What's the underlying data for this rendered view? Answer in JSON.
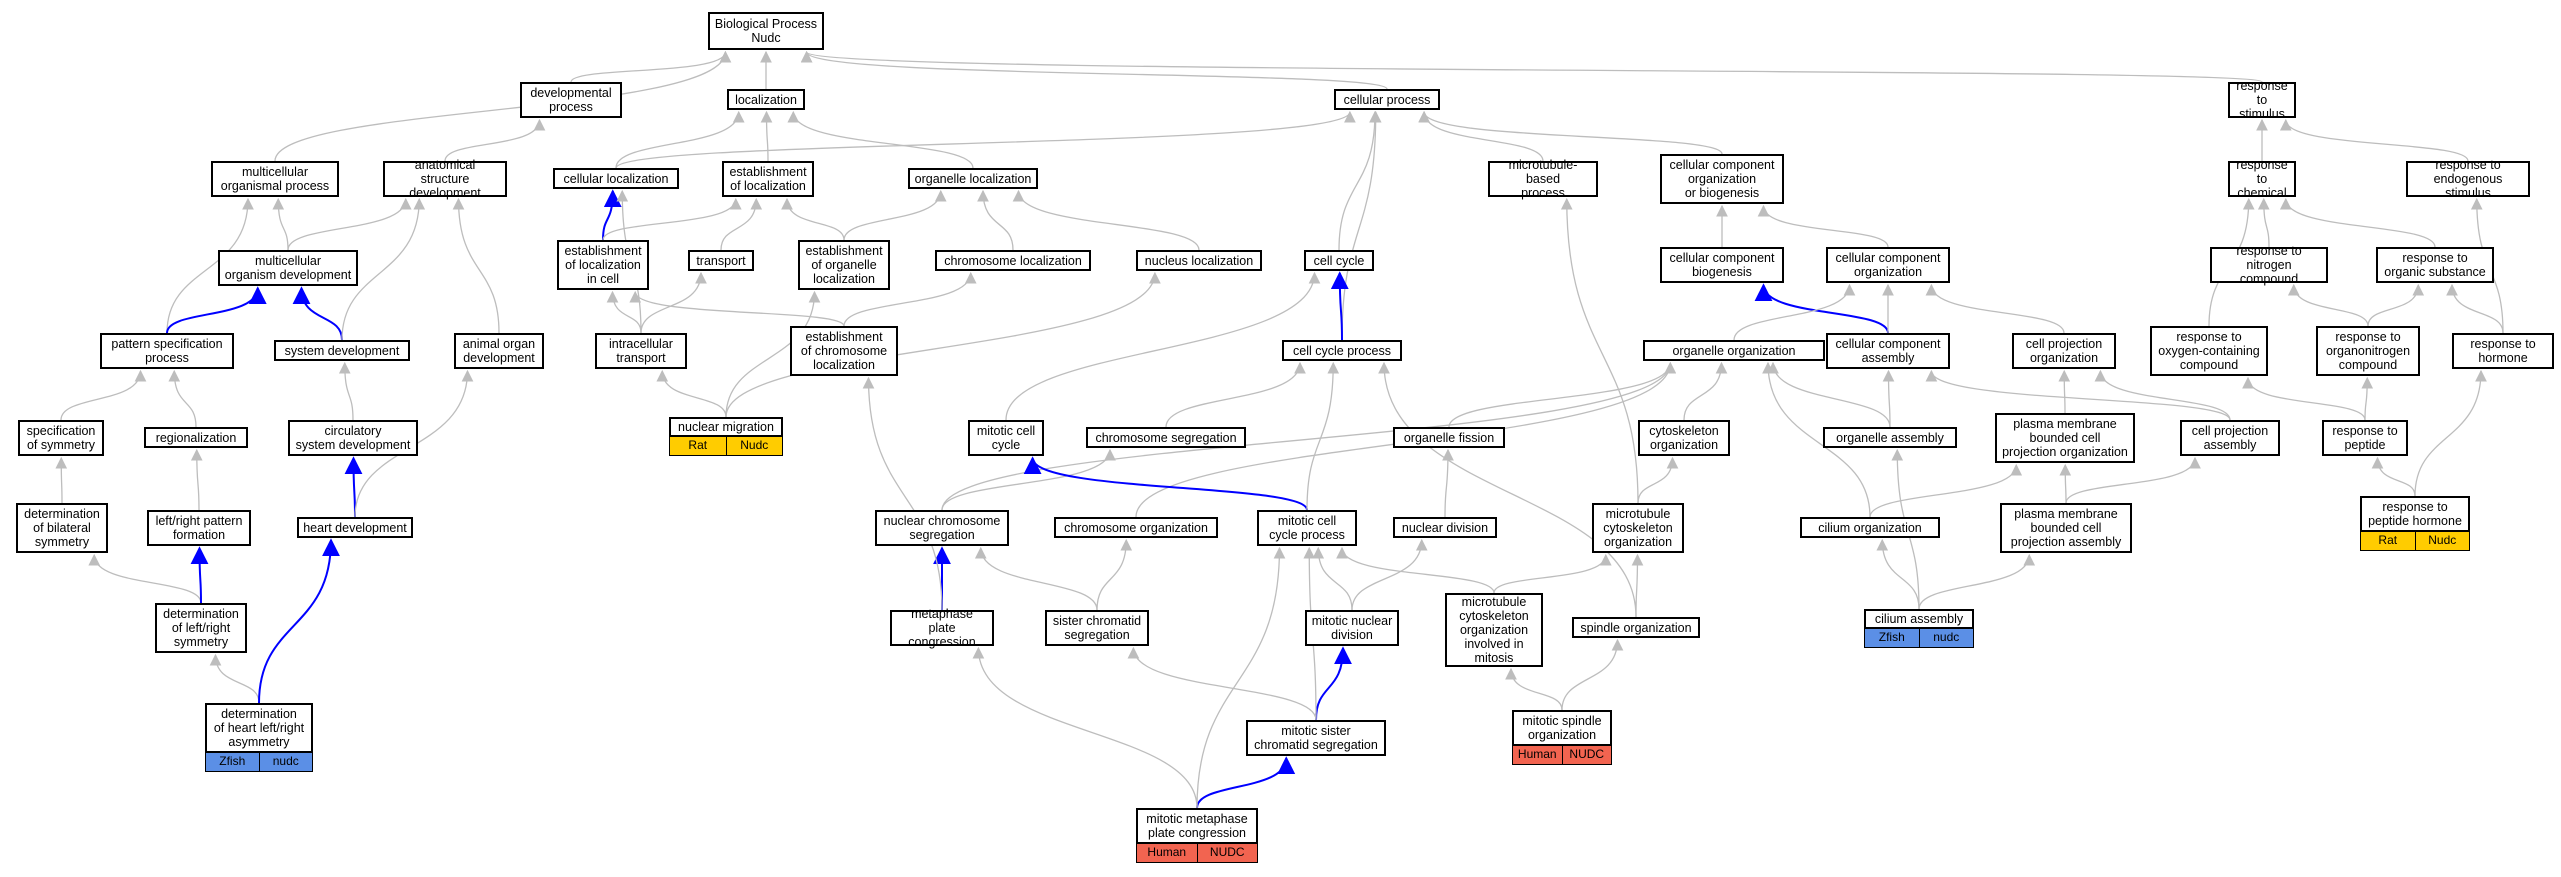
{
  "colors": {
    "edge_gray": "#bdbdbd",
    "edge_blue": "#0000ff",
    "zfish": "#5b8fe6",
    "rat": "#ffcc00",
    "human": "#f26450"
  },
  "nodes": [
    {
      "id": "bp",
      "label": "Biological Process\nNudc"
    },
    {
      "id": "dev",
      "label": "developmental\nprocess"
    },
    {
      "id": "loc",
      "label": "localization"
    },
    {
      "id": "cp",
      "label": "cellular process"
    },
    {
      "id": "rstim",
      "label": "response to\nstimulus"
    },
    {
      "id": "mop",
      "label": "multicellular\norganismal process"
    },
    {
      "id": "asd",
      "label": "anatomical structure\ndevelopment"
    },
    {
      "id": "cloc",
      "label": "cellular localization"
    },
    {
      "id": "eloc",
      "label": "establishment\nof localization"
    },
    {
      "id": "oloc",
      "label": "organelle localization"
    },
    {
      "id": "mbp",
      "label": "microtubule-based\nprocess"
    },
    {
      "id": "ccob",
      "label": "cellular component\norganization\nor biogenesis"
    },
    {
      "id": "rchem",
      "label": "response to\nchemical"
    },
    {
      "id": "rendo",
      "label": "response to\nendogenous stimulus"
    },
    {
      "id": "mod",
      "label": "multicellular\norganism development"
    },
    {
      "id": "elic",
      "label": "establishment\nof localization\nin cell"
    },
    {
      "id": "trans",
      "label": "transport"
    },
    {
      "id": "eol",
      "label": "establishment\nof organelle\nlocalization"
    },
    {
      "id": "chrloc",
      "label": "chromosome localization"
    },
    {
      "id": "nucloc",
      "label": "nucleus localization"
    },
    {
      "id": "cc",
      "label": "cell cycle"
    },
    {
      "id": "ccb",
      "label": "cellular component\nbiogenesis"
    },
    {
      "id": "cco",
      "label": "cellular component\norganization"
    },
    {
      "id": "rnc",
      "label": "response to\nnitrogen compound"
    },
    {
      "id": "ros",
      "label": "response to\norganic substance"
    },
    {
      "id": "psp",
      "label": "pattern specification\nprocess"
    },
    {
      "id": "sysdev",
      "label": "system development"
    },
    {
      "id": "aod",
      "label": "animal organ\ndevelopment"
    },
    {
      "id": "ict",
      "label": "intracellular\ntransport"
    },
    {
      "id": "ecl",
      "label": "establishment\nof chromosome\nlocalization"
    },
    {
      "id": "ccp",
      "label": "cell cycle process"
    },
    {
      "id": "oo",
      "label": "organelle organization"
    },
    {
      "id": "cca",
      "label": "cellular component\nassembly"
    },
    {
      "id": "cpo",
      "label": "cell projection\norganization"
    },
    {
      "id": "rocc",
      "label": "response to\noxygen-containing\ncompound"
    },
    {
      "id": "ronc",
      "label": "response to\norganonitrogen\ncompound"
    },
    {
      "id": "rhorm",
      "label": "response to\nhormone"
    },
    {
      "id": "sos",
      "label": "specification\nof symmetry"
    },
    {
      "id": "reg",
      "label": "regionalization"
    },
    {
      "id": "csd",
      "label": "circulatory\nsystem development"
    },
    {
      "id": "nm",
      "label": "nuclear migration"
    },
    {
      "id": "mcc",
      "label": "mitotic cell\ncycle"
    },
    {
      "id": "cseg",
      "label": "chromosome segregation"
    },
    {
      "id": "of",
      "label": "organelle fission"
    },
    {
      "id": "cyto",
      "label": "cytoskeleton\norganization"
    },
    {
      "id": "oa",
      "label": "organelle assembly"
    },
    {
      "id": "pmbcppo",
      "label": "plasma membrane\nbounded cell\nprojection organization"
    },
    {
      "id": "cpa",
      "label": "cell projection\nassembly"
    },
    {
      "id": "rpep",
      "label": "response to\npeptide"
    },
    {
      "id": "dbs",
      "label": "determination\nof bilateral\nsymmetry"
    },
    {
      "id": "lrpf",
      "label": "left/right pattern\nformation"
    },
    {
      "id": "hd",
      "label": "heart development"
    },
    {
      "id": "ncs",
      "label": "nuclear chromosome\nsegregation"
    },
    {
      "id": "co",
      "label": "chromosome organization"
    },
    {
      "id": "mccp",
      "label": "mitotic cell\ncycle process"
    },
    {
      "id": "nd",
      "label": "nuclear division"
    },
    {
      "id": "mco",
      "label": "microtubule\ncytoskeleton\norganization"
    },
    {
      "id": "cilo",
      "label": "cilium organization"
    },
    {
      "id": "pmbcpa",
      "label": "plasma membrane\nbounded cell\nprojection assembly"
    },
    {
      "id": "rph",
      "label": "response to\npeptide hormone"
    },
    {
      "id": "dlrs",
      "label": "determination\nof left/right\nsymmetry"
    },
    {
      "id": "mpc",
      "label": "metaphase plate\ncongression"
    },
    {
      "id": "scs",
      "label": "sister chromatid\nsegregation"
    },
    {
      "id": "mnd",
      "label": "mitotic nuclear\ndivision"
    },
    {
      "id": "mcoim",
      "label": "microtubule\ncytoskeleton\norganization\ninvolved in\nmitosis"
    },
    {
      "id": "so",
      "label": "spindle organization"
    },
    {
      "id": "ca",
      "label": "cilium assembly"
    },
    {
      "id": "dhlra",
      "label": "determination\nof heart left/right\nasymmetry"
    },
    {
      "id": "mso",
      "label": "mitotic spindle\norganization"
    },
    {
      "id": "mscs",
      "label": "mitotic sister\nchromatid segregation"
    },
    {
      "id": "mmpc",
      "label": "mitotic metaphase\nplate congression"
    }
  ],
  "annotations": [
    {
      "node": "nm",
      "color": "#ffcc00",
      "text_color": "#000000",
      "labels": [
        "Rat",
        "Nudc"
      ]
    },
    {
      "node": "rph",
      "color": "#ffcc00",
      "text_color": "#000000",
      "labels": [
        "Rat",
        "Nudc"
      ]
    },
    {
      "node": "ca",
      "color": "#5b8fe6",
      "text_color": "#000000",
      "labels": [
        "Zfish",
        "nudc"
      ]
    },
    {
      "node": "dhlra",
      "color": "#5b8fe6",
      "text_color": "#000000",
      "labels": [
        "Zfish",
        "nudc"
      ]
    },
    {
      "node": "mso",
      "color": "#f26450",
      "text_color": "#000000",
      "labels": [
        "Human",
        "NUDC"
      ]
    },
    {
      "node": "mmpc",
      "color": "#f26450",
      "text_color": "#000000",
      "labels": [
        "Human",
        "NUDC"
      ]
    }
  ],
  "edges": [
    [
      "dev",
      "bp",
      0
    ],
    [
      "loc",
      "bp",
      0
    ],
    [
      "cp",
      "bp",
      0
    ],
    [
      "rstim",
      "bp",
      0
    ],
    [
      "mop",
      "bp",
      0
    ],
    [
      "asd",
      "dev",
      0
    ],
    [
      "cloc",
      "loc",
      0
    ],
    [
      "eloc",
      "loc",
      0
    ],
    [
      "oloc",
      "loc",
      0
    ],
    [
      "cloc",
      "cp",
      0
    ],
    [
      "mbp",
      "cp",
      0
    ],
    [
      "ccob",
      "cp",
      0
    ],
    [
      "cc",
      "cp",
      0
    ],
    [
      "ccp",
      "cp",
      0
    ],
    [
      "rchem",
      "rstim",
      0
    ],
    [
      "rendo",
      "rstim",
      0
    ],
    [
      "mod",
      "mop",
      0
    ],
    [
      "mod",
      "asd",
      0
    ],
    [
      "elic",
      "cloc",
      1
    ],
    [
      "elic",
      "eloc",
      0
    ],
    [
      "trans",
      "eloc",
      0
    ],
    [
      "eol",
      "eloc",
      0
    ],
    [
      "eol",
      "oloc",
      0
    ],
    [
      "chrloc",
      "oloc",
      0
    ],
    [
      "nucloc",
      "oloc",
      0
    ],
    [
      "ccb",
      "ccob",
      0
    ],
    [
      "cco",
      "ccob",
      0
    ],
    [
      "rnc",
      "rchem",
      0
    ],
    [
      "ros",
      "rchem",
      0
    ],
    [
      "rocc",
      "rchem",
      0
    ],
    [
      "rhorm",
      "rendo",
      0
    ],
    [
      "psp",
      "mop",
      0
    ],
    [
      "psp",
      "mod",
      1
    ],
    [
      "sysdev",
      "mod",
      1
    ],
    [
      "sysdev",
      "asd",
      0
    ],
    [
      "aod",
      "asd",
      0
    ],
    [
      "ict",
      "cloc",
      0
    ],
    [
      "ict",
      "elic",
      0
    ],
    [
      "ict",
      "trans",
      0
    ],
    [
      "ecl",
      "elic",
      0
    ],
    [
      "ecl",
      "chrloc",
      0
    ],
    [
      "ccp",
      "cc",
      1
    ],
    [
      "cca",
      "ccb",
      1
    ],
    [
      "cca",
      "cco",
      0
    ],
    [
      "oo",
      "cco",
      0
    ],
    [
      "cpo",
      "cco",
      0
    ],
    [
      "ronc",
      "rnc",
      0
    ],
    [
      "ronc",
      "ros",
      0
    ],
    [
      "rhorm",
      "ros",
      0
    ],
    [
      "sos",
      "psp",
      0
    ],
    [
      "reg",
      "psp",
      0
    ],
    [
      "csd",
      "sysdev",
      0
    ],
    [
      "nm",
      "ict",
      0
    ],
    [
      "nm",
      "eol",
      0
    ],
    [
      "nm",
      "nucloc",
      0
    ],
    [
      "mcc",
      "cc",
      0
    ],
    [
      "cseg",
      "ccp",
      0
    ],
    [
      "of",
      "oo",
      0
    ],
    [
      "cyto",
      "oo",
      0
    ],
    [
      "oa",
      "oo",
      0
    ],
    [
      "oa",
      "cca",
      0
    ],
    [
      "pmbcppo",
      "cpo",
      0
    ],
    [
      "cpa",
      "cpo",
      0
    ],
    [
      "cpa",
      "cca",
      0
    ],
    [
      "rpep",
      "rocc",
      0
    ],
    [
      "rpep",
      "ronc",
      0
    ],
    [
      "dbs",
      "sos",
      0
    ],
    [
      "lrpf",
      "reg",
      0
    ],
    [
      "hd",
      "csd",
      1
    ],
    [
      "hd",
      "aod",
      0
    ],
    [
      "ncs",
      "cseg",
      0
    ],
    [
      "ncs",
      "oo",
      0
    ],
    [
      "co",
      "oo",
      0
    ],
    [
      "mccp",
      "mcc",
      1
    ],
    [
      "mccp",
      "ccp",
      0
    ],
    [
      "nd",
      "of",
      0
    ],
    [
      "mco",
      "cyto",
      0
    ],
    [
      "mco",
      "mbp",
      0
    ],
    [
      "cilo",
      "oo",
      0
    ],
    [
      "cilo",
      "pmbcppo",
      0
    ],
    [
      "pmbcpa",
      "pmbcppo",
      0
    ],
    [
      "pmbcpa",
      "cpa",
      0
    ],
    [
      "rph",
      "rpep",
      0
    ],
    [
      "rph",
      "rhorm",
      0
    ],
    [
      "dlrs",
      "dbs",
      0
    ],
    [
      "dlrs",
      "lrpf",
      1
    ],
    [
      "mpc",
      "ncs",
      1
    ],
    [
      "mpc",
      "ecl",
      0
    ],
    [
      "scs",
      "ncs",
      0
    ],
    [
      "scs",
      "co",
      0
    ],
    [
      "mnd",
      "nd",
      0
    ],
    [
      "mnd",
      "mccp",
      0
    ],
    [
      "mcoim",
      "mco",
      0
    ],
    [
      "mcoim",
      "mccp",
      0
    ],
    [
      "so",
      "mco",
      0
    ],
    [
      "so",
      "ccp",
      0
    ],
    [
      "ca",
      "oa",
      0
    ],
    [
      "ca",
      "cilo",
      0
    ],
    [
      "ca",
      "pmbcpa",
      0
    ],
    [
      "dhlra",
      "dlrs",
      0
    ],
    [
      "dhlra",
      "hd",
      1
    ],
    [
      "mso",
      "mcoim",
      0
    ],
    [
      "mso",
      "so",
      0
    ],
    [
      "mscs",
      "mnd",
      1
    ],
    [
      "mscs",
      "scs",
      0
    ],
    [
      "mscs",
      "mccp",
      0
    ],
    [
      "mmpc",
      "mscs",
      1
    ],
    [
      "mmpc",
      "mpc",
      0
    ],
    [
      "mmpc",
      "mccp",
      0
    ]
  ]
}
